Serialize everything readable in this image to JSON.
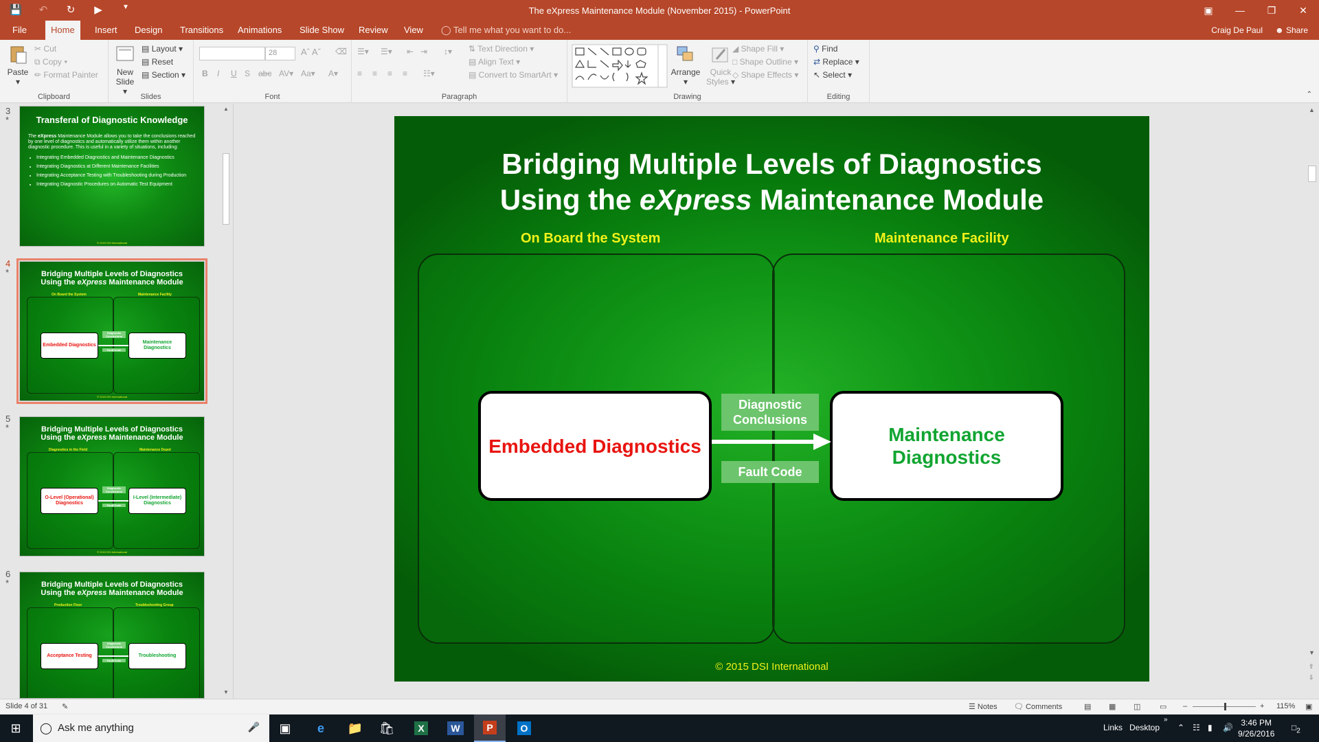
{
  "window": {
    "title": "The eXpress Maintenance Module (November 2015) - PowerPoint",
    "user": "Craig De Paul",
    "share_label": "Share"
  },
  "tabs": [
    "File",
    "Home",
    "Insert",
    "Design",
    "Transitions",
    "Animations",
    "Slide Show",
    "Review",
    "View"
  ],
  "tell_me": "Tell me what you want to do...",
  "ribbon": {
    "clipboard": {
      "label": "Clipboard",
      "paste": "Paste",
      "cut": "Cut",
      "copy": "Copy",
      "format_painter": "Format Painter"
    },
    "slides": {
      "label": "Slides",
      "new_slide_1": "New",
      "new_slide_2": "Slide",
      "layout": "Layout",
      "reset": "Reset",
      "section": "Section"
    },
    "font": {
      "label": "Font",
      "size": "28"
    },
    "paragraph": {
      "label": "Paragraph",
      "text_direction": "Text Direction",
      "align_text": "Align Text",
      "convert_smartart": "Convert to SmartArt"
    },
    "drawing": {
      "label": "Drawing",
      "arrange": "Arrange",
      "quick_styles_1": "Quick",
      "quick_styles_2": "Styles",
      "shape_fill": "Shape Fill",
      "shape_outline": "Shape Outline",
      "shape_effects": "Shape Effects"
    },
    "editing": {
      "label": "Editing",
      "find": "Find",
      "replace": "Replace",
      "select": "Select"
    }
  },
  "thumbnails": [
    {
      "num": "3",
      "title": "Transferal of Diagnostic Knowledge",
      "body_prefix": "The ",
      "body_brand": "eXpress",
      "body": " Maintenance Module allows you to take the conclusions reached by one level of diagnostics and automatically utilize them within another diagnostic procedure. This is useful in a variety of situations, including:",
      "bullets": [
        "Integrating Embedded Diagnostics and Maintenance Diagnostics",
        "Integrating Diagnostics at Different Maintenance Facilities",
        "Integrating Acceptance Testing with Troubleshooting during Production",
        "Integrating Diagnostic Procedures on Automatic Test Equipment"
      ],
      "copyright": "© 2015 DSI International"
    },
    {
      "num": "4",
      "title1": "Bridging Multiple Levels of Diagnostics",
      "title2_prefix": "Using the ",
      "title2_brand": "eXpress",
      "title2_suffix": " Maintenance Module",
      "left_sub": "On Board the System",
      "right_sub": "Maintenance Facility",
      "left_box": "Embedded Diagnostics",
      "right_box": "Maintenance Diagnostics",
      "label_top": "Diagnostic Conclusions",
      "label_bottom": "Fault Code",
      "copyright": "© 2015 DSI International"
    },
    {
      "num": "5",
      "title1": "Bridging Multiple Levels of Diagnostics",
      "title2_prefix": "Using the ",
      "title2_brand": "eXpress",
      "title2_suffix": " Maintenance Module",
      "left_sub": "Diagnostics in the Field",
      "right_sub": "Maintenance Depot",
      "left_box": "O-Level (Operational) Diagnostics",
      "right_box": "I-Level (Intermediate) Diagnostics",
      "label_top": "Diagnostic Conclusions",
      "label_bottom": "Fault Code",
      "copyright": "© 2015 DSI International"
    },
    {
      "num": "6",
      "title1": "Bridging Multiple Levels of Diagnostics",
      "title2_prefix": "Using the ",
      "title2_brand": "eXpress",
      "title2_suffix": " Maintenance Module",
      "left_sub": "Production Floor",
      "right_sub": "Troubleshooting Group",
      "left_box": "Acceptance Testing",
      "right_box": "Troubleshooting",
      "label_top": "Diagnostic Conclusions",
      "label_bottom": "Fault Code"
    }
  ],
  "slide": {
    "title_line1": "Bridging Multiple Levels of Diagnostics",
    "title_line2_prefix": "Using the ",
    "title_line2_brand": "eXpress",
    "title_line2_suffix": " Maintenance Module",
    "left_subtitle": "On Board the System",
    "right_subtitle": "Maintenance Facility",
    "left_box": "Embedded Diagnostics",
    "right_box": "Maintenance Diagnostics",
    "label_top": "Diagnostic Conclusions",
    "label_bottom": "Fault Code",
    "copyright": "© 2015 DSI International",
    "colors": {
      "left_box_text": "#e8140f",
      "right_box_text": "#11a531",
      "subtitle": "#f2f21a"
    }
  },
  "status": {
    "slide_counter": "Slide 4 of 31",
    "notes": "Notes",
    "comments": "Comments",
    "zoom": "115%"
  },
  "taskbar": {
    "search_placeholder": "Ask me anything",
    "links": "Links",
    "desktop": "Desktop",
    "time": "3:46 PM",
    "date": "9/26/2016",
    "notif_count": "2"
  }
}
